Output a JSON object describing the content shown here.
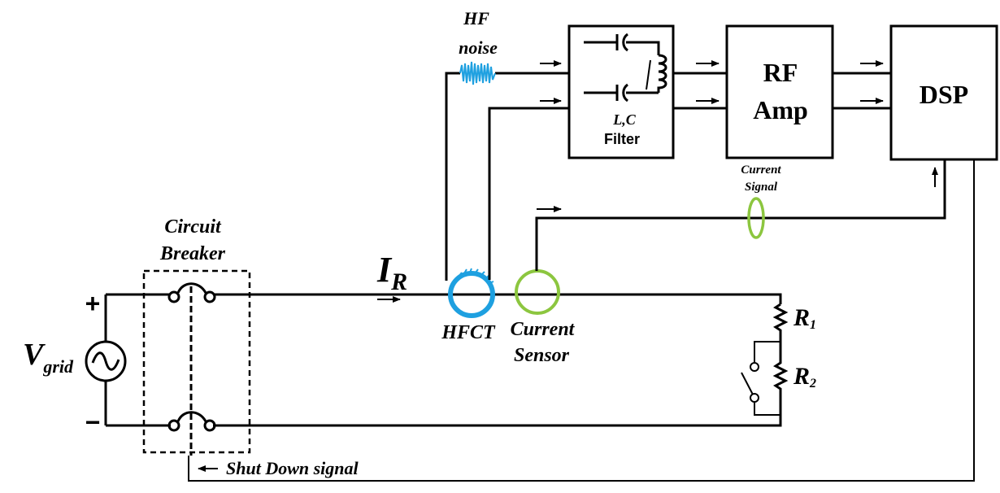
{
  "labels": {
    "hf_noise_line1": "HF",
    "hf_noise_line2": "noise",
    "filter_lc": "L,C",
    "filter_name": "Filter",
    "rf_amp_line1": "RF",
    "rf_amp_line2": "Amp",
    "dsp": "DSP",
    "current_signal_line1": "Current",
    "current_signal_line2": "Signal",
    "circuit_breaker_line1": "Circuit",
    "circuit_breaker_line2": "Breaker",
    "current_main": "I",
    "current_sub": "R",
    "hfct": "HFCT",
    "current_sensor_line1": "Current",
    "current_sensor_line2": "Sensor",
    "r1_main": "R",
    "r1_sub": "1",
    "r2_main": "R",
    "r2_sub": "2",
    "vgrid_main": "V",
    "vgrid_sub": "grid",
    "plus": "+",
    "minus": "−",
    "shutdown": "Shut Down signal"
  },
  "colors": {
    "hfct": "#1ea0e0",
    "current_sensor": "#8cc63f",
    "wire": "#000000"
  }
}
